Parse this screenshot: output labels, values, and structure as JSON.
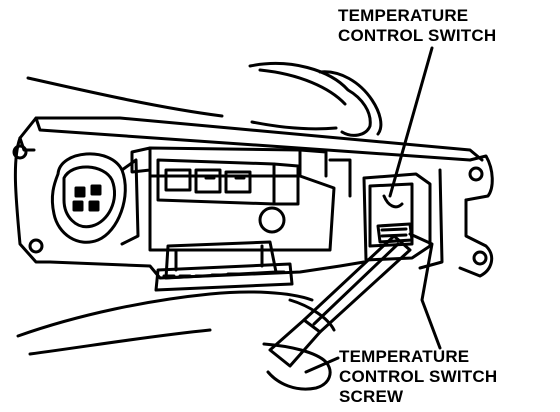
{
  "callouts": {
    "switch": {
      "lines": [
        "TEMPERATURE",
        "CONTROL SWITCH"
      ]
    },
    "screw": {
      "lines": [
        "TEMPERATURE",
        "CONTROL SWITCH",
        "SCREW"
      ]
    }
  },
  "colors": {
    "ink": "#000000",
    "paper": "#ffffff"
  }
}
